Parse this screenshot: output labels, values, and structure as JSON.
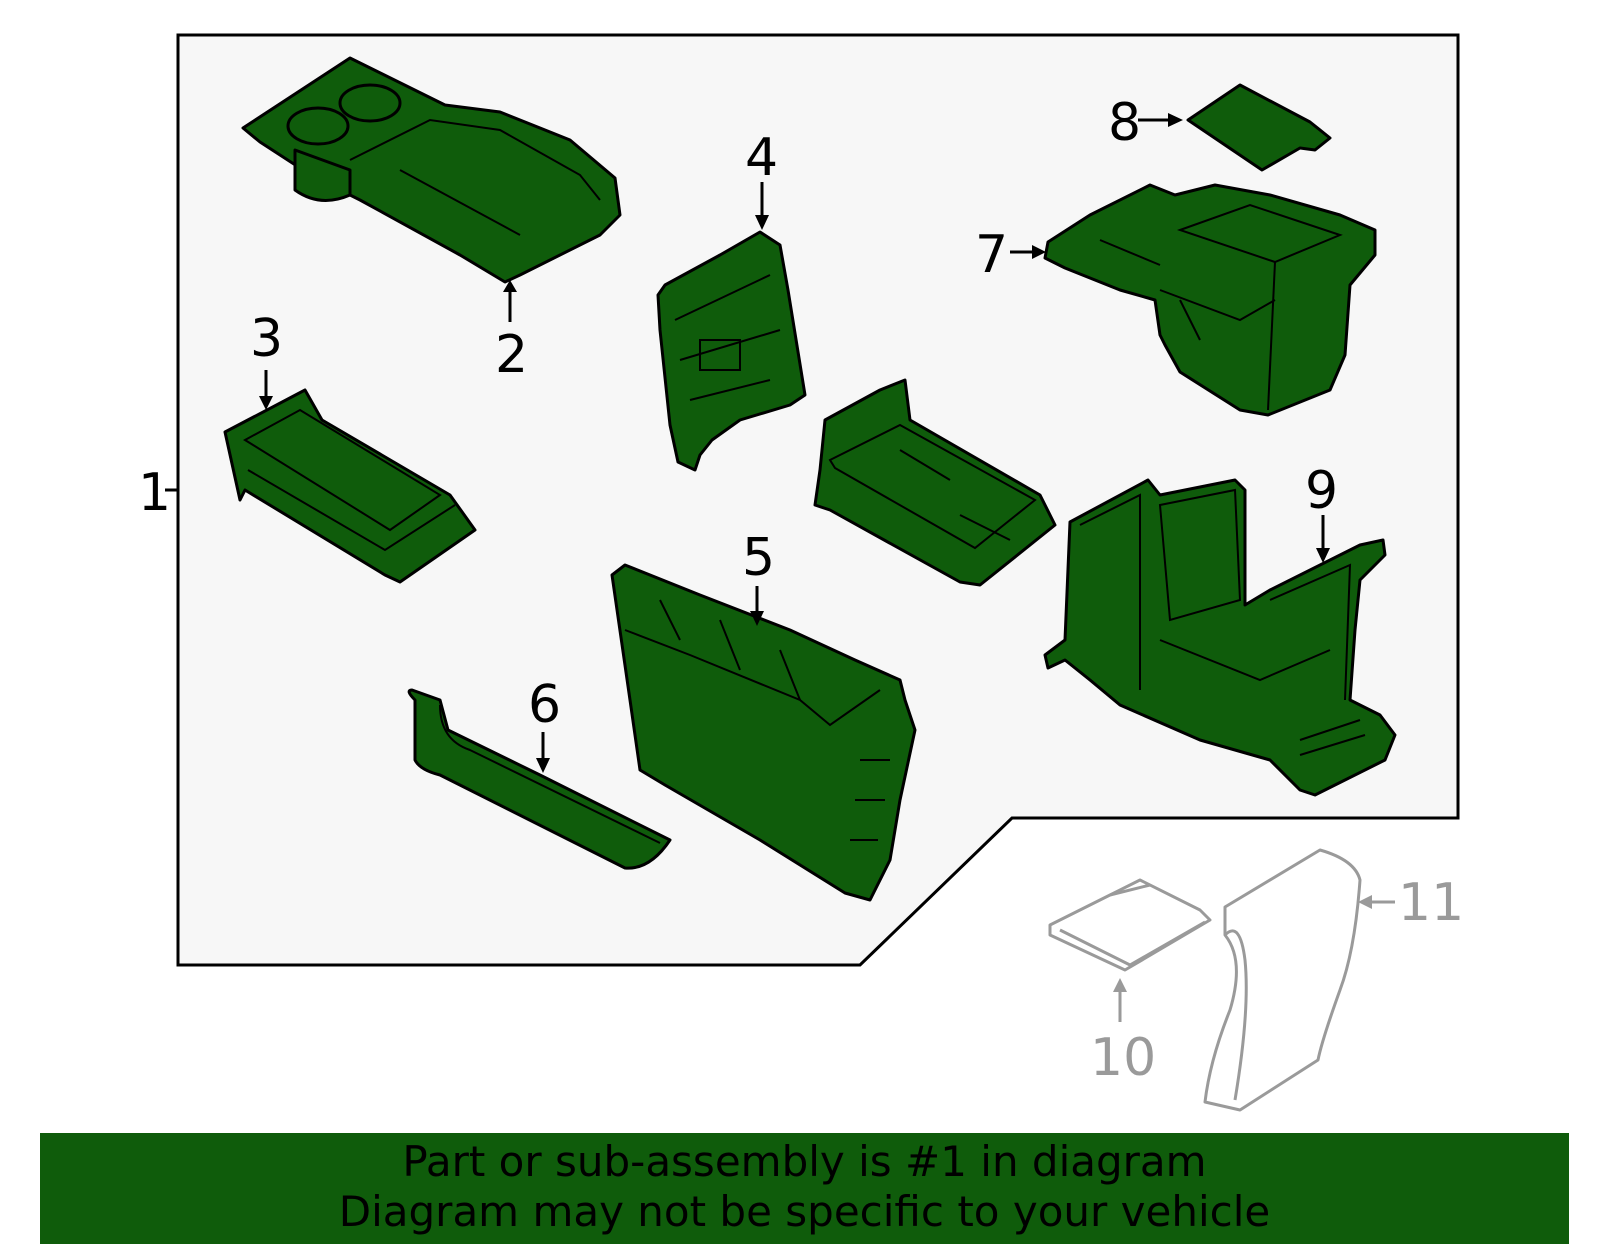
{
  "colors": {
    "part_fill": "#0f5c0b",
    "outline": "#000000",
    "excluded_parts": "#9a9a9a",
    "banner_bg": "#0f5c0b",
    "group_box_bg": "#f7f7f7"
  },
  "callouts": {
    "c1": "1",
    "c2": "2",
    "c3": "3",
    "c4": "4",
    "c5": "5",
    "c6": "6",
    "c7": "7",
    "c8": "8",
    "c9": "9",
    "c10": "10",
    "c11": "11"
  },
  "banner": {
    "line1": "Part or sub-assembly is #1 in diagram",
    "line2": "Diagram may not be specific to your vehicle"
  }
}
